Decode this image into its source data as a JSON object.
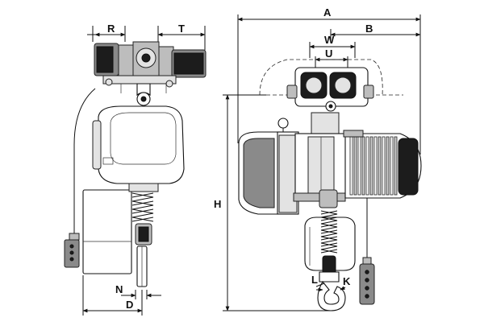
{
  "dimensions": {
    "A": "A",
    "B": "B",
    "W": "W",
    "U": "U",
    "H": "H",
    "R": "R",
    "T": "T",
    "N": "N",
    "D": "D",
    "L": "L",
    "K": "K"
  },
  "colors": {
    "ink": "#111111",
    "fill_dark": "#1c1c1c",
    "fill_grey": "#bdbdbd",
    "paper": "#ffffff"
  }
}
